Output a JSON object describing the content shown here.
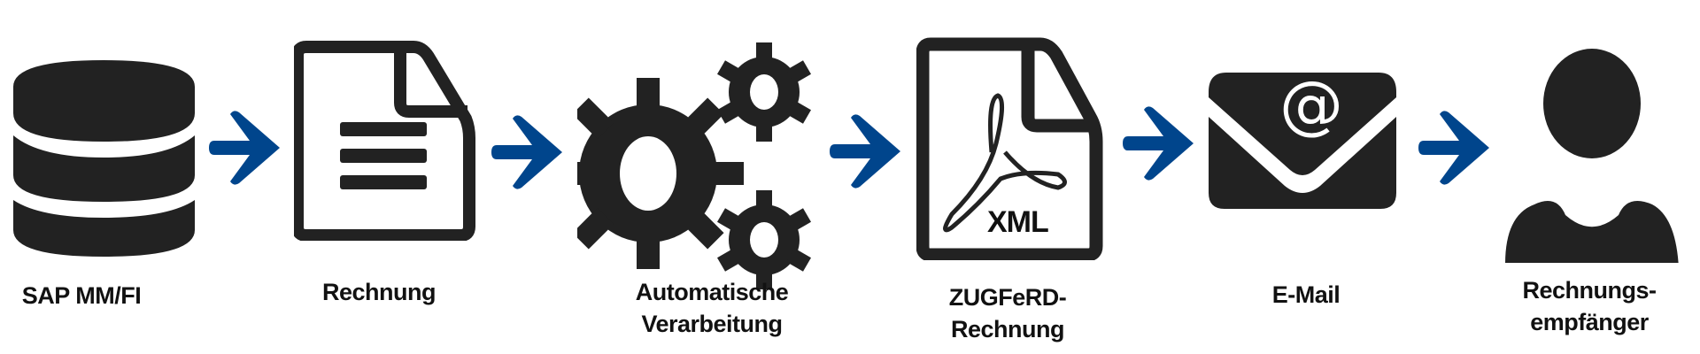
{
  "colors": {
    "icon": "#222222",
    "arrow": "#00458C",
    "background": "#ffffff"
  },
  "steps": [
    {
      "icon": "database-icon",
      "label_lines": [
        "SAP MM/FI"
      ]
    },
    {
      "icon": "document-icon",
      "label_lines": [
        "Rechnung"
      ]
    },
    {
      "icon": "gears-icon",
      "label_lines": [
        "Automatische",
        "Verarbeitung"
      ]
    },
    {
      "icon": "pdf-xml-document-icon",
      "badge": "XML",
      "label_lines": [
        "ZUGFeRD-",
        "Rechnung"
      ]
    },
    {
      "icon": "email-envelope-icon",
      "symbol": "@",
      "label_lines": [
        "E-Mail"
      ]
    },
    {
      "icon": "person-icon",
      "label_lines": [
        "Rechnungs-",
        "empfänger"
      ]
    }
  ]
}
